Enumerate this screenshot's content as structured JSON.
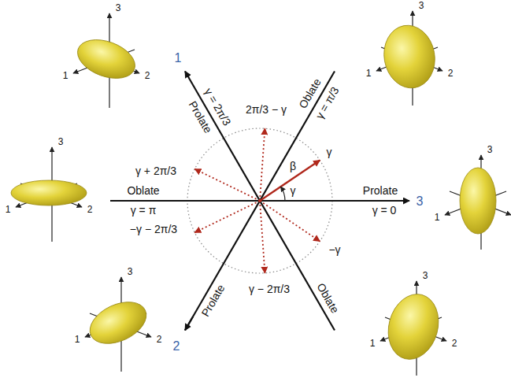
{
  "diagram": {
    "labels": [
      "3",
      "1",
      "2",
      "3",
      "1",
      "2",
      "3",
      "1",
      "2",
      "3",
      "1",
      "3",
      "1",
      "2",
      "3",
      "1",
      "2",
      "1",
      "2",
      "3",
      "Prolate",
      "γ = 2π/3",
      "Oblate",
      "γ = π/3",
      "Prolate",
      "γ = 0",
      "Oblate",
      "γ = π",
      "Oblate",
      "Prolate",
      "2π/3 − γ",
      "γ + 2π/3",
      "−γ − 2π/3",
      "γ − 2π/3",
      "−γ",
      "β",
      "γ",
      "γ"
    ]
  }
}
